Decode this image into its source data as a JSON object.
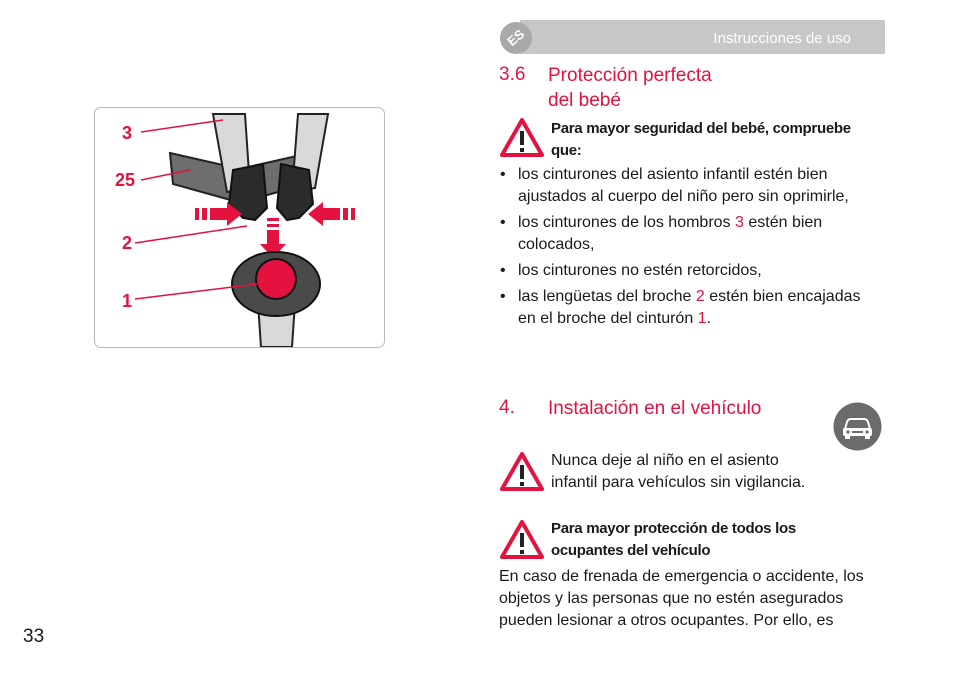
{
  "header": {
    "title": "Instrucciones de uso",
    "lang": "ES"
  },
  "section_36": {
    "number": "3.6",
    "title_line1": "Protección perfecta",
    "title_line2": "del bebé",
    "warning_bold_line1": "Para mayor seguridad del bebé, compruebe",
    "warning_bold_line2": "que:",
    "items": [
      {
        "line1": "los cinturones del asiento infantil estén bien",
        "line2": "ajustados al cuerpo del niño pero sin oprimirle,"
      },
      {
        "pre": "los cinturones de los hombros ",
        "ref": "3",
        "post": " estén bien",
        "line2": "colocados,"
      },
      {
        "pre": "los cinturones ",
        "em": "no",
        "post": "  estén retorcidos,"
      },
      {
        "pre": "las lengüetas del broche ",
        "ref": "2",
        "post": " estén bien encajadas",
        "line2_pre": "en el broche del cinturón ",
        "line2_ref": "1",
        "line2_post": "."
      }
    ]
  },
  "section_4": {
    "number": "4.",
    "title": "Instalación en el vehículo",
    "warning1_line1": "Nunca deje al niño en el asiento",
    "warning1_line2": "infantil para vehículos sin vigilancia.",
    "warning2_bold_line1": "Para mayor protección de todos los",
    "warning2_bold_line2": "ocupantes del vehículo",
    "para_line1": "En caso de frenada de emergencia o accidente, los",
    "para_line2": "objetos y las personas que no estén asegurados",
    "para_line3": "pueden lesionar a otros ocupantes. Por ello, es"
  },
  "figure": {
    "labels": [
      "3",
      "25",
      "2",
      "1"
    ]
  },
  "page_number": "33",
  "colors": {
    "accent": "#e3123f",
    "header_gray": "#c7c7c7",
    "icon_gray": "#6b6b6b"
  },
  "icons": [
    "warning-triangle-icon",
    "car-icon"
  ]
}
